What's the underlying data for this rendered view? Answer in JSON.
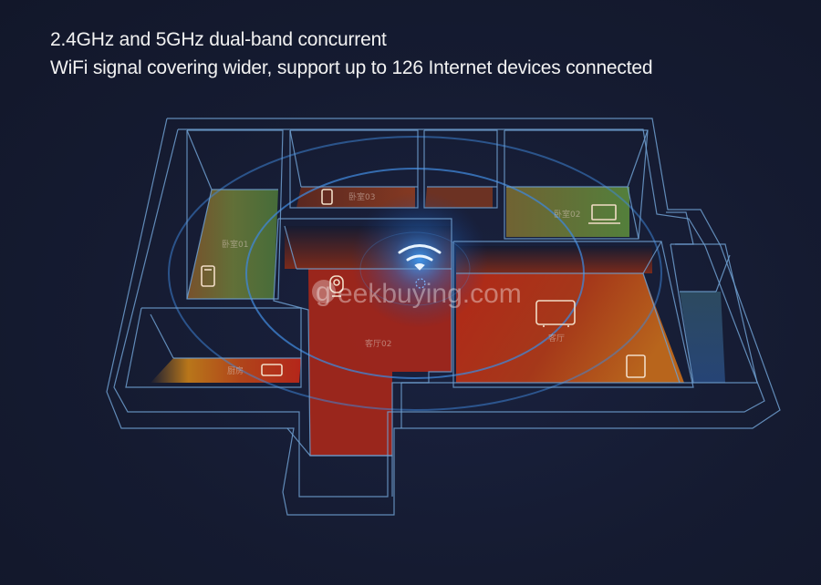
{
  "headline": {
    "line1": "2.4GHz and 5GHz dual-band concurrent",
    "line2": "WiFi signal covering wider, support up to 126 Internet devices connected"
  },
  "floorplan": {
    "rooms": [
      {
        "id": "bedroom01",
        "label": "卧室01",
        "device": "phone-icon"
      },
      {
        "id": "bedroom03",
        "label": "卧室03",
        "device": "phone-icon"
      },
      {
        "id": "bedroom02",
        "label": "卧室02",
        "device": "laptop-icon"
      },
      {
        "id": "living02",
        "label": "客厅02",
        "device": "camera-icon"
      },
      {
        "id": "living",
        "label": "客厅",
        "device": "tv-icon"
      },
      {
        "id": "kitchen",
        "label": "厨房",
        "device": "tablet-icon"
      }
    ],
    "router_icon": "wifi-icon",
    "extra_device": "tablet-icon"
  },
  "watermark": {
    "text": "eekbuying.com",
    "prefix": "g"
  },
  "colors": {
    "background": "#141a2f",
    "wall_line": "#6f9fd0",
    "signal_ring": "#3f86d8",
    "heat_red": "#b8291a",
    "heat_orange": "#c9661c",
    "heat_green": "#6f8a3a"
  }
}
